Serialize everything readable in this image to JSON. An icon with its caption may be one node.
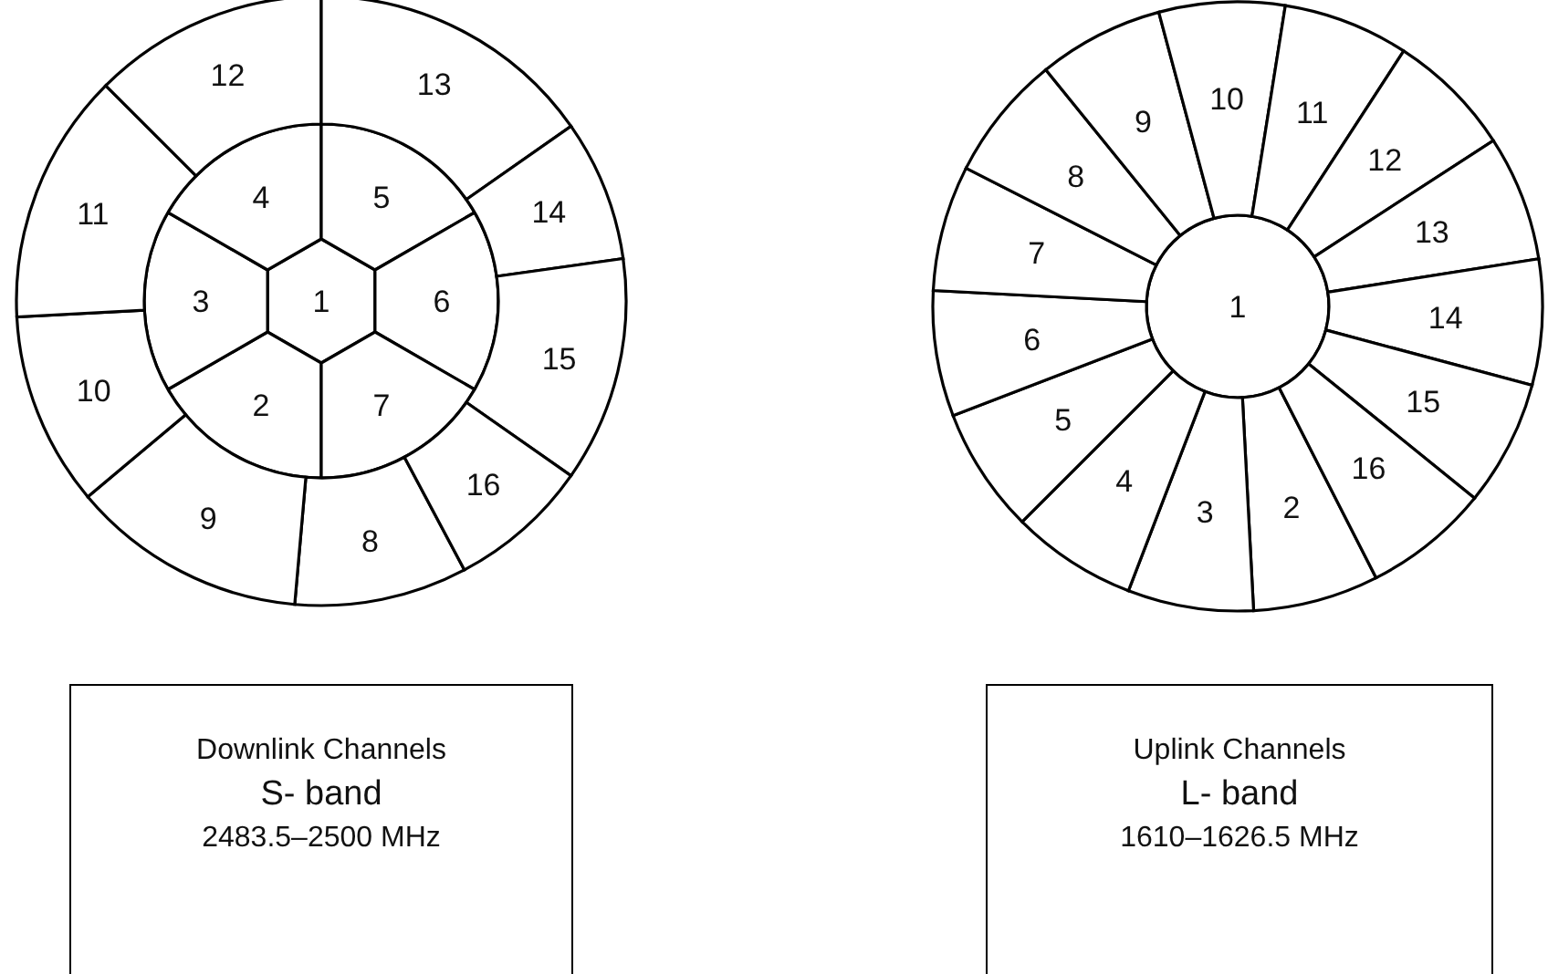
{
  "diagram": {
    "nodes": [
      {
        "text": [
          "1"
        ]
      },
      {
        "text": [
          "2"
        ]
      },
      {
        "text": [
          "3"
        ]
      },
      {
        "text": [
          "4"
        ]
      },
      {
        "text": [
          "5"
        ]
      },
      {
        "text": [
          "6"
        ]
      },
      {
        "text": [
          "7"
        ]
      },
      {
        "text": [
          "8"
        ]
      },
      {
        "text": [
          "9"
        ]
      },
      {
        "text": [
          "10"
        ]
      },
      {
        "text": [
          "11"
        ]
      },
      {
        "text": [
          "12"
        ]
      },
      {
        "text": [
          "13"
        ]
      },
      {
        "text": [
          "14"
        ]
      },
      {
        "text": [
          "15"
        ]
      },
      {
        "text": [
          "16"
        ]
      },
      {
        "text": [
          "1"
        ]
      },
      {
        "text": [
          "2"
        ]
      },
      {
        "text": [
          "3"
        ]
      },
      {
        "text": [
          "4"
        ]
      },
      {
        "text": [
          "5"
        ]
      },
      {
        "text": [
          "6"
        ]
      },
      {
        "text": [
          "7"
        ]
      },
      {
        "text": [
          "8"
        ]
      },
      {
        "text": [
          "9"
        ]
      },
      {
        "text": [
          "10"
        ]
      },
      {
        "text": [
          "11"
        ]
      },
      {
        "text": [
          "12"
        ]
      },
      {
        "text": [
          "13"
        ]
      },
      {
        "text": [
          "14"
        ]
      },
      {
        "text": [
          "15"
        ]
      },
      {
        "text": [
          "16"
        ]
      },
      {
        "text": [
          "Downlink Channels",
          "S- band",
          "2483.5–2500 MHz"
        ]
      },
      {
        "text": [
          "Uplink Channels",
          "L- band",
          "1610–1626.5 MHz"
        ]
      }
    ]
  }
}
